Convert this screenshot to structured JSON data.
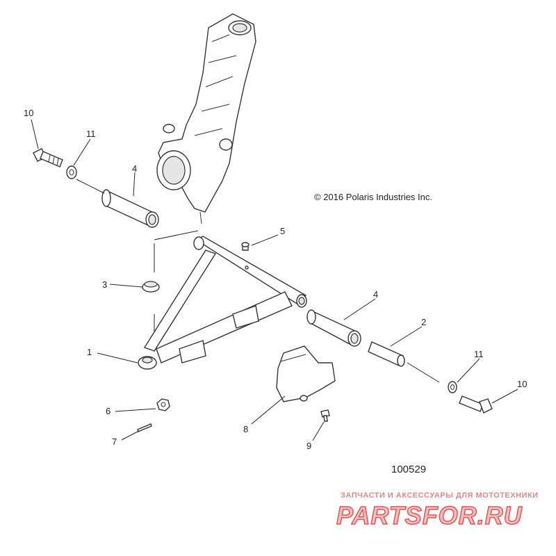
{
  "diagram": {
    "copyright": "© 2016 Polaris Industries Inc.",
    "drawing_number": "100529",
    "callouts": [
      "10",
      "11",
      "4",
      "5",
      "3",
      "4",
      "2",
      "1",
      "11",
      "10",
      "6",
      "8",
      "7",
      "9"
    ],
    "watermark": {
      "tagline": "ЗАПЧАСТИ И АКСЕССУАРЫ ДЛЯ МОТОТЕХНИКИ",
      "logo": "PARTSFOR.RU"
    },
    "colors": {
      "line": "#333333",
      "watermark": "#e05555"
    }
  }
}
